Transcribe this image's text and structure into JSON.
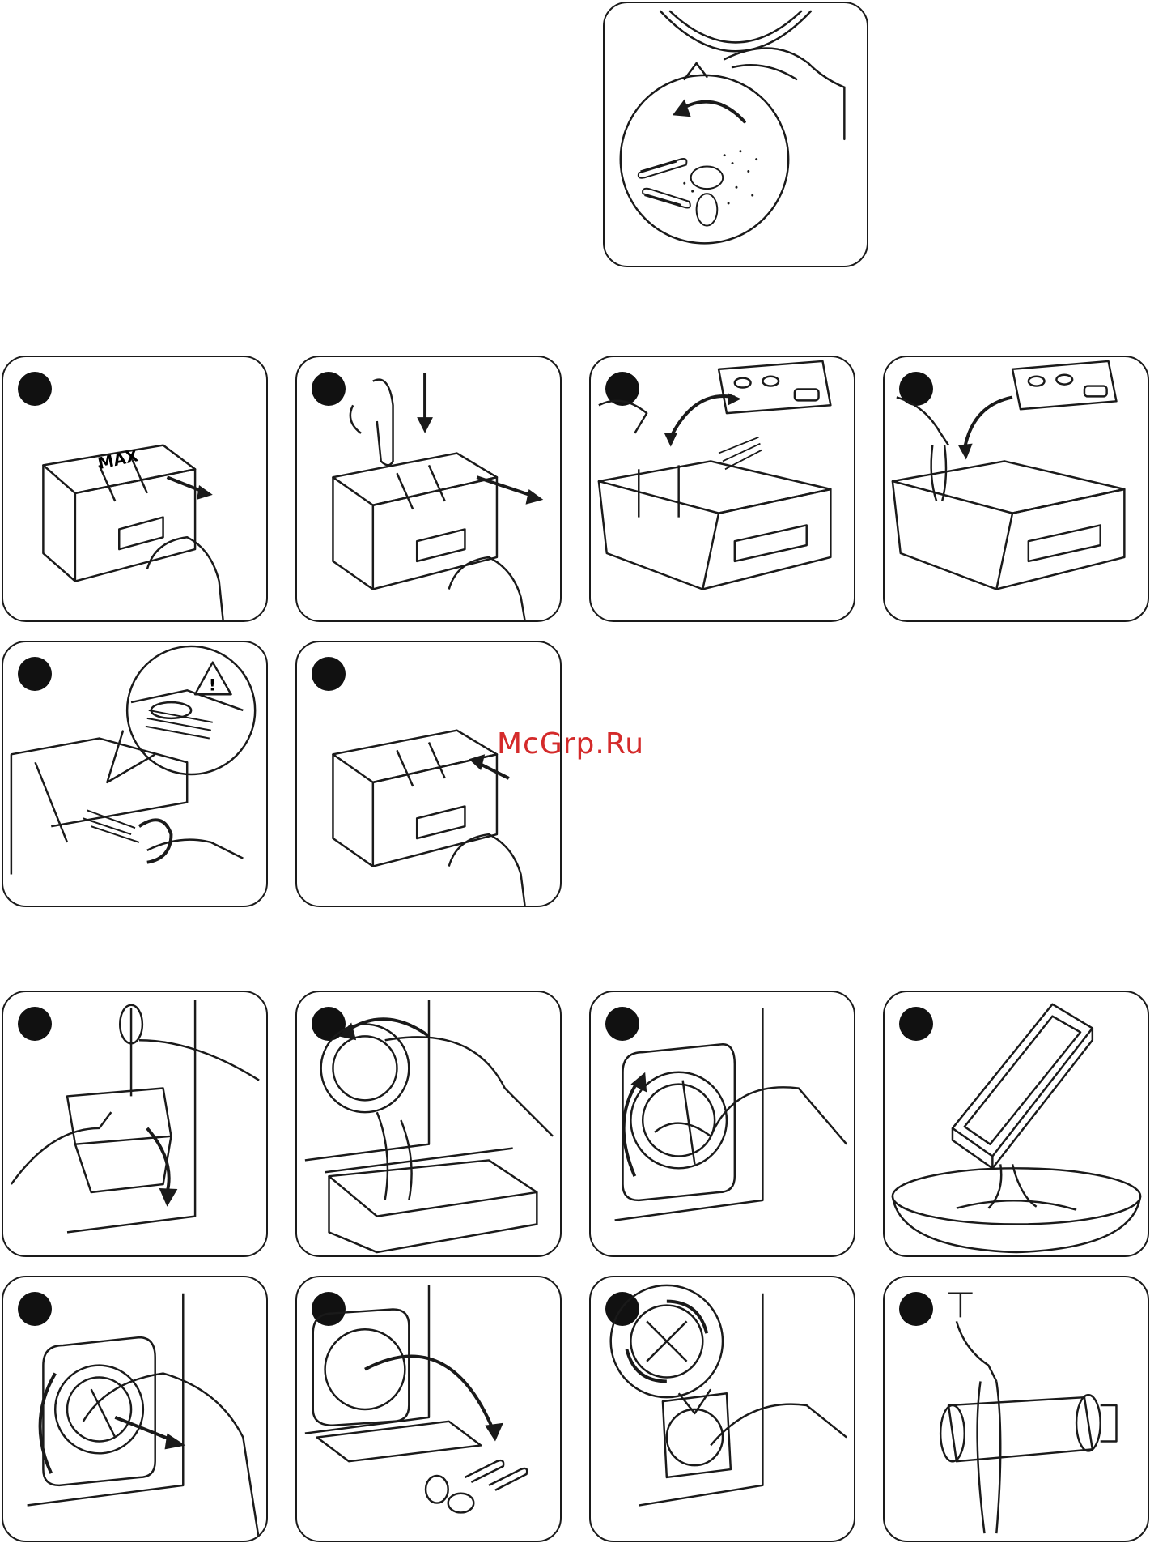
{
  "watermark": {
    "text": "McGrp.Ru",
    "color": "#d42a2a"
  },
  "labels": {
    "max": "MAX",
    "warning": "!"
  },
  "colors": {
    "line": "#1a1a1a",
    "background": "#ffffff"
  },
  "icons": {
    "step_marker": "black-circle",
    "warning": "warning-triangle-icon",
    "arrow": "arrow-icon"
  }
}
